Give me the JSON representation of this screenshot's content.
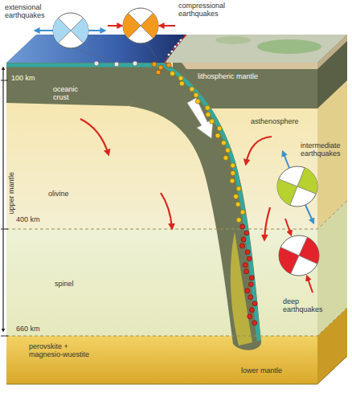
{
  "diagram": {
    "labels": [
      "extensional earthquakes",
      "compressional earthquakes",
      "100 km",
      "oceanic crust",
      "lithospheric mantle",
      "asthenosphere",
      "intermediate earthquakes",
      "olivine",
      "upper mantle",
      "400 km",
      "spinel",
      "deep earthquakes",
      "660 km",
      "perovskite + magnesio-wuestite",
      "lower mantle"
    ]
  }
}
